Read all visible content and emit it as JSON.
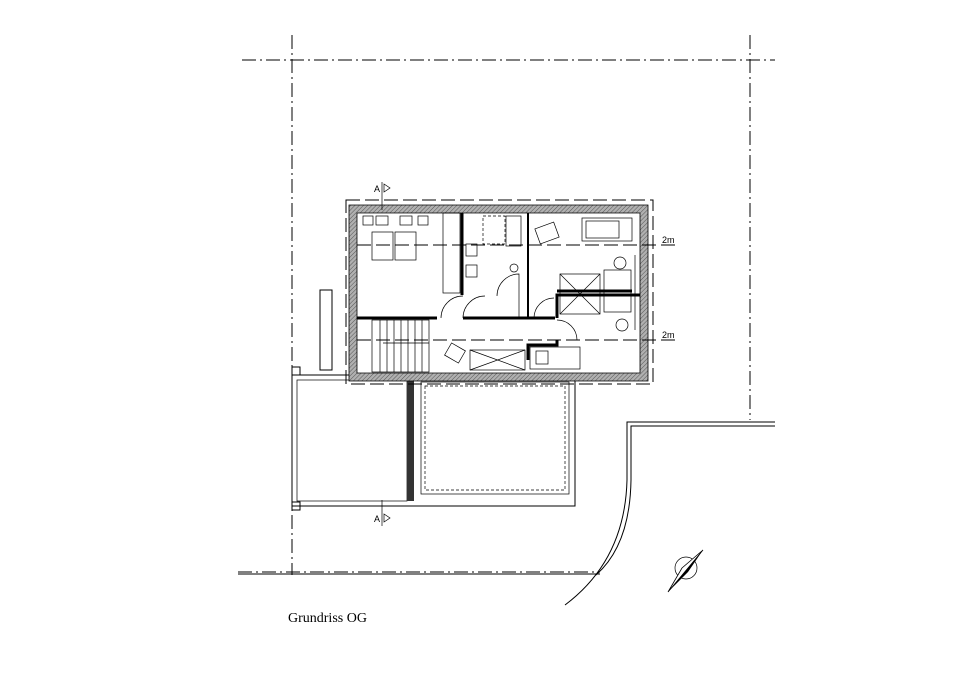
{
  "drawing": {
    "title": "Grundriss OG",
    "section_marker": "A",
    "dimension_labels": [
      "2m",
      "2m"
    ]
  },
  "colors": {
    "line": "#000000",
    "wall_hatch": "#808080",
    "background": "#ffffff"
  }
}
